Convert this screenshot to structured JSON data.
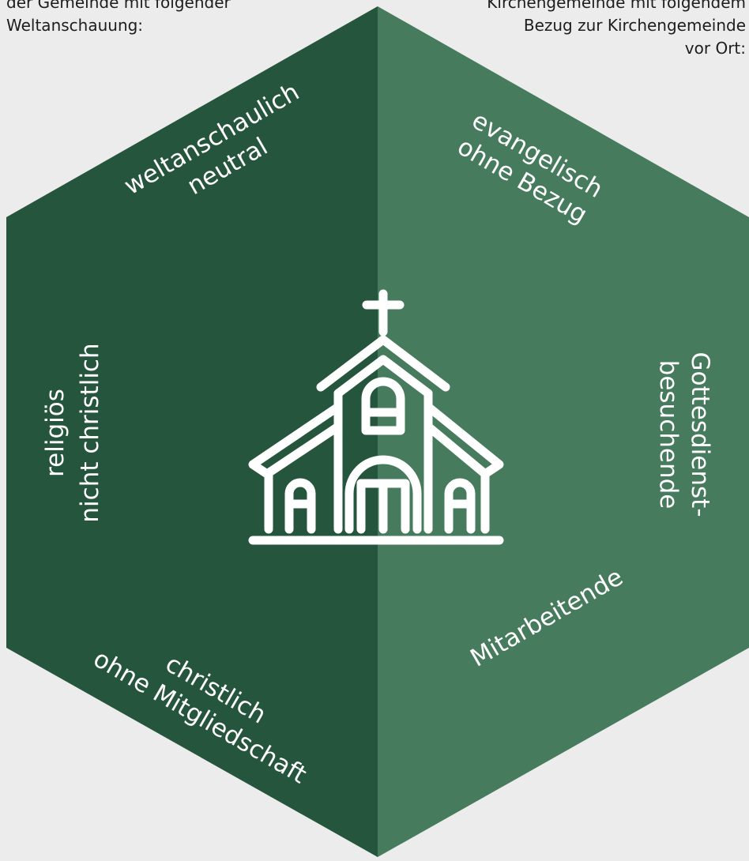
{
  "captions": {
    "left": [
      "der Gemeinde mit folgender",
      "Weltanschauung:"
    ],
    "right": [
      "Kirchengemeinde mit folgendem",
      "Bezug zur Kirchengemeinde",
      "vor Ort:"
    ]
  },
  "segments": {
    "left": [
      {
        "lines": [
          "weltanschaulich",
          "neutral"
        ]
      },
      {
        "lines": [
          "religiös",
          "nicht christlich"
        ]
      },
      {
        "lines": [
          "christlich",
          "ohne Mitgliedschaft"
        ]
      }
    ],
    "right": [
      {
        "lines": [
          "evangelisch",
          "ohne Bezug"
        ]
      },
      {
        "lines": [
          "Gottesdienst-",
          "besuchende"
        ]
      },
      {
        "lines": [
          "Mitarbeitende"
        ]
      }
    ]
  },
  "icon": "church-icon",
  "colors": {
    "background": "#ececec",
    "left_half": "#25553c",
    "right_half": "#467b5d",
    "text": "#ffffff",
    "caption_text": "#1d1d1d"
  }
}
